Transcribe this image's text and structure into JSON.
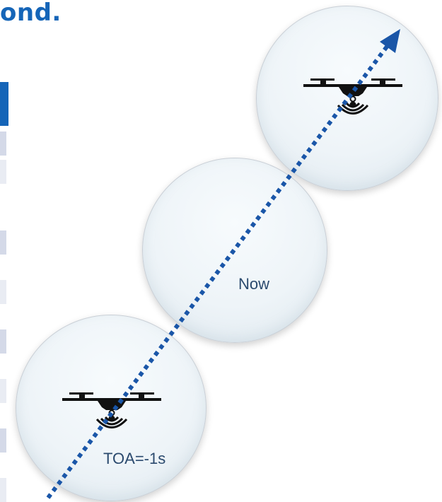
{
  "heading": {
    "text": "ond."
  },
  "bubbles": [
    {
      "id": "future",
      "label": ""
    },
    {
      "id": "now",
      "label": "Now"
    },
    {
      "id": "past",
      "label": "TOA=-1s"
    }
  ],
  "colors": {
    "accent_blue": "#1565b8",
    "trajectory": "#1a56a8",
    "bubble_border": "#c9cfd6",
    "label_text": "#2b4a6e",
    "drone": "#111111"
  },
  "icons": {
    "drone": "drone-icon",
    "signal": "signal-waves-icon",
    "trajectory": "dotted-arrow"
  }
}
